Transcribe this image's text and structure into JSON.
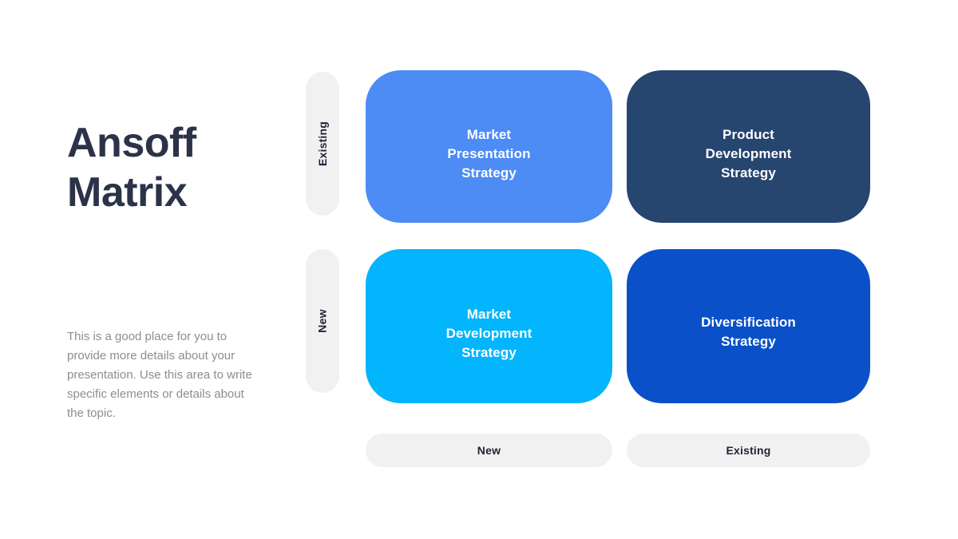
{
  "slide": {
    "title": "Ansoff\nMatrix",
    "body_text": "This is a good place for you to provide more details about your presentation. Use this area to write specific elements or details about the topic.",
    "background_color": "#ffffff",
    "title_color": "#2b3348",
    "body_text_color": "#8d8d93"
  },
  "axes": {
    "row_axis": {
      "labels": [
        {
          "id": "existing",
          "label": "Existing"
        },
        {
          "id": "new",
          "label": "New"
        }
      ]
    },
    "column_axis": {
      "labels": [
        {
          "id": "new",
          "label": "New"
        },
        {
          "id": "existing",
          "label": "Existing"
        }
      ]
    },
    "pill_background_color": "#f1f1f1",
    "pill_text_color": "#1d2335"
  },
  "quadrants": [
    {
      "id": "market-presentation",
      "label": "Market\nPresentation\nStrategy",
      "color": "#4d8bf5",
      "row": "Existing",
      "column": "New"
    },
    {
      "id": "product-development",
      "label": "Product\nDevelopment\nStrategy",
      "color": "#26456f",
      "row": "Existing",
      "column": "Existing"
    },
    {
      "id": "market-development",
      "label": "Market\nDevelopment\nStrategy",
      "color": "#03b5fc",
      "row": "New",
      "column": "New"
    },
    {
      "id": "diversification",
      "label": "Diversification\nStrategy",
      "color": "#0a50c8",
      "row": "New",
      "column": "Existing"
    }
  ]
}
